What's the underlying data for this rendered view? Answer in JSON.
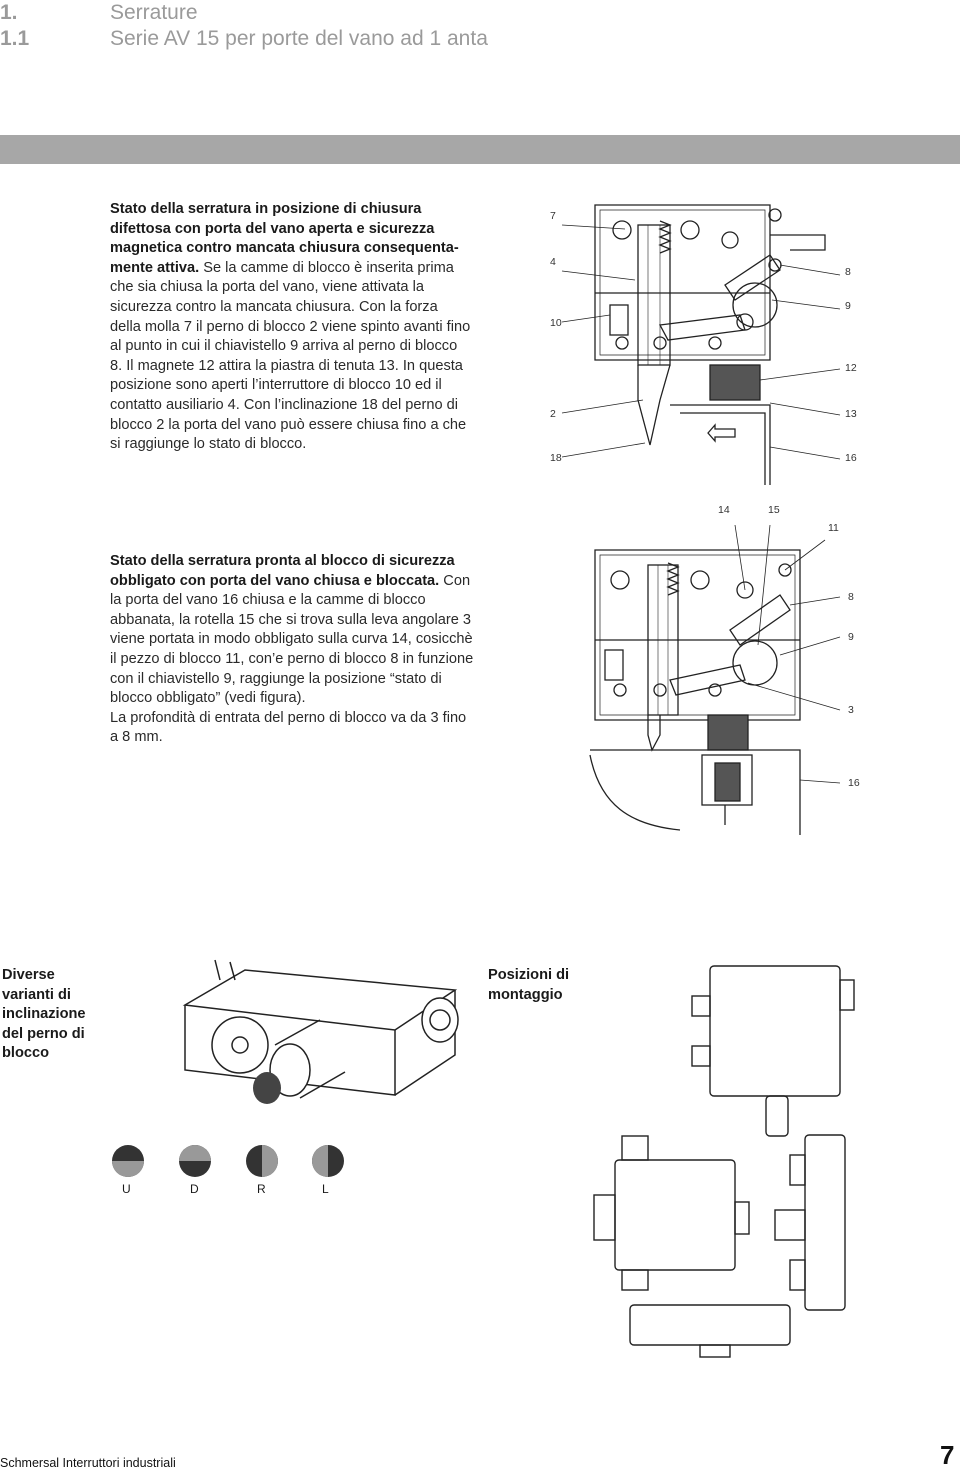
{
  "header": {
    "num1": "1.",
    "num2": "1.1",
    "title1": "Serrature",
    "title2": "Serie AV 15 per porte del vano ad 1 anta"
  },
  "section1": {
    "bold": "Stato della serratura in posizione di chiusura difettosa con porta del vano aperta e sicurezza magnetica contro mancata chiusura consequenta-mente attiva.",
    "text": "Se la camme di blocco è inserita prima che sia chiusa la porta del vano, viene attivata la sicurezza contro la mancata chiusura. Con la forza della molla 7 il perno di blocco 2 viene spinto avanti fino al punto in cui il chiavistello 9 arriva al perno di blocco 8. Il magnete 12 attira la piastra di tenuta 13. In questa posizione sono aperti l’interruttore di blocco 10 ed il contatto ausiliario 4. Con l’inclinazione 18 del perno di blocco 2 la porta del vano può essere chiusa fino a che si raggiunge lo stato di blocco."
  },
  "section2": {
    "bold": "Stato della serratura pronta al blocco di sicurezza obbligato con porta del vano chiusa e bloccata.",
    "text": "Con la porta del vano 16 chiusa e la camme di blocco abbanata, la rotella 15 che si trova sulla leva angolare 3 viene portata in modo obbligato sulla curva 14, cosicchè il pezzo di blocco 11, con’e perno di blocco 8 in funzione con il chiavistello 9, raggiunge la posizione “stato di blocco obbligato” (vedi figura).",
    "text2": "La profondità di entrata del perno di blocco va da 3 fino a 8 mm."
  },
  "diagram1": {
    "left_labels": [
      "7",
      "4",
      "10",
      "2",
      "18"
    ],
    "right_labels": [
      "8",
      "9",
      "12",
      "13",
      "16"
    ]
  },
  "diagram2": {
    "top_labels": [
      "14",
      "15",
      "11"
    ],
    "right_labels": [
      "8",
      "9",
      "3",
      "16"
    ]
  },
  "bottom": {
    "variants_label": "Diverse varianti di inclinazione del perno di blocco",
    "variants": [
      "U",
      "D",
      "R",
      "L"
    ],
    "mounting_label": "Posizioni di montaggio"
  },
  "footer": {
    "company": "Schmersal Interruttori industriali",
    "page": "7"
  }
}
